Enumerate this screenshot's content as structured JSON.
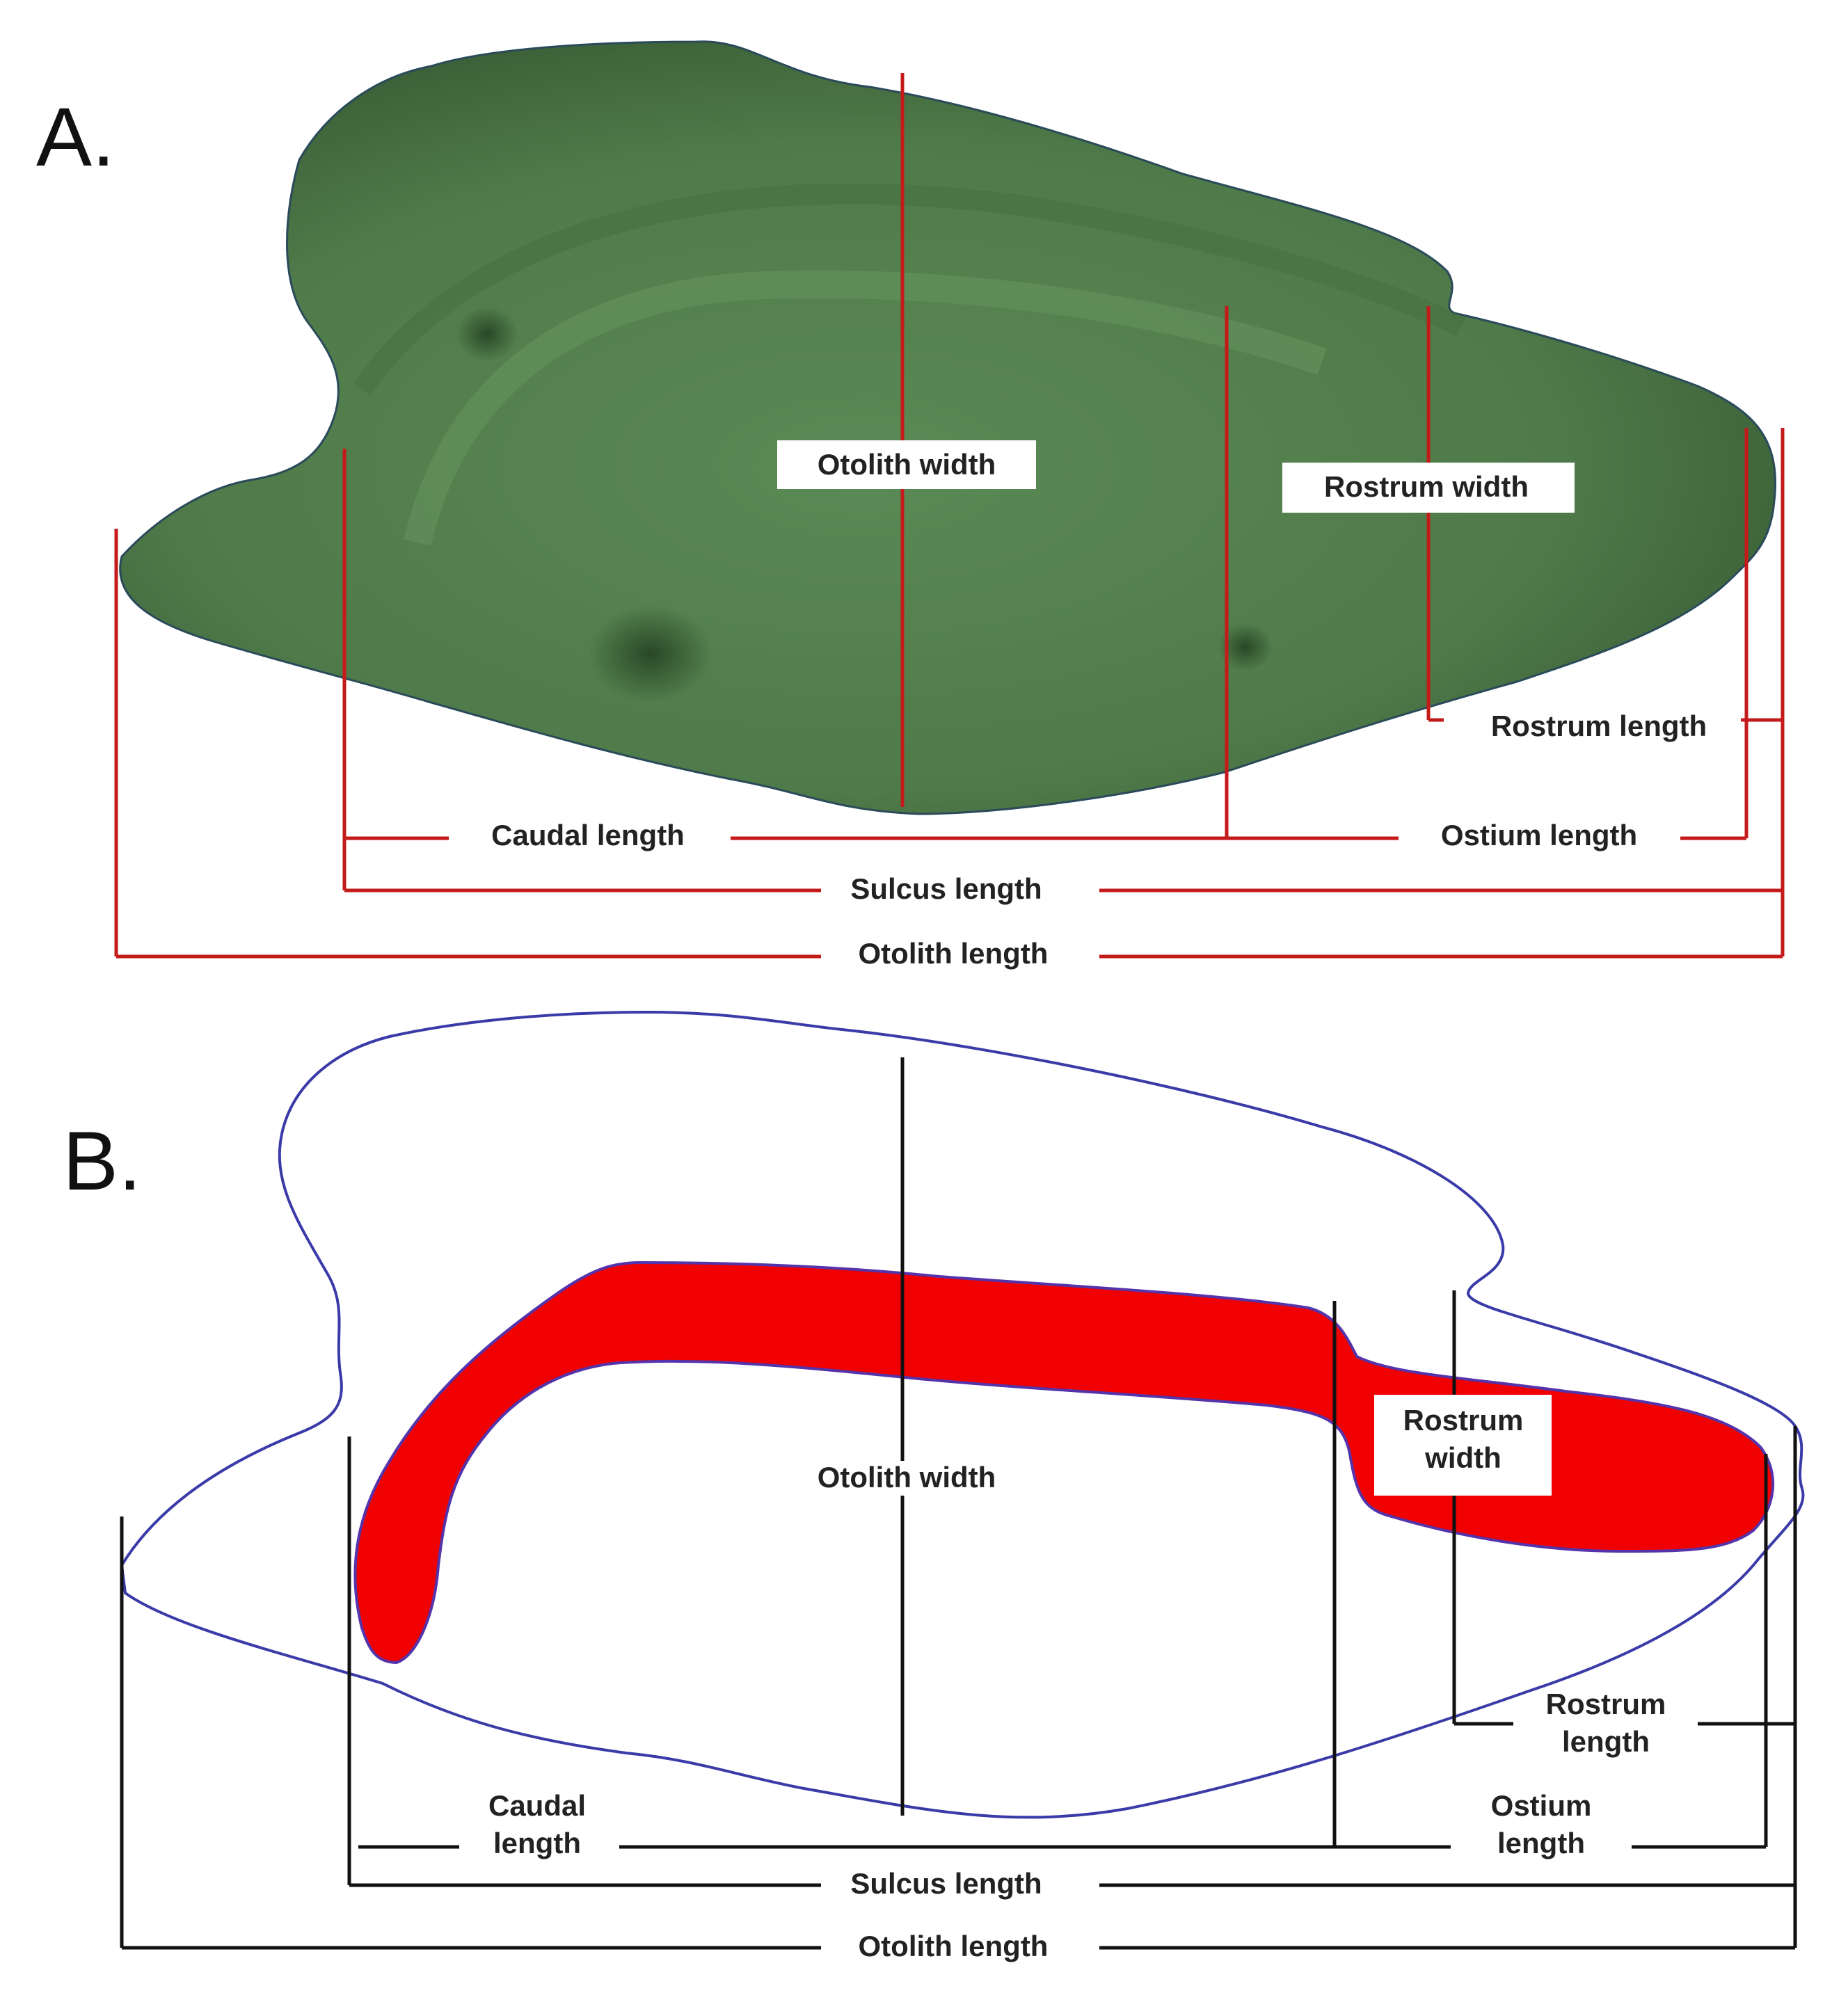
{
  "panels": {
    "a": {
      "letter": "A.",
      "labels": {
        "otolith_width": "Otolith width",
        "rostrum_width": "Rostrum width",
        "rostrum_length": "Rostrum length",
        "caudal_length": "Caudal length",
        "ostium_length": "Ostium length",
        "sulcus_length": "Sulcus length",
        "otolith_length": "Otolith length"
      }
    },
    "b": {
      "letter": "B.",
      "labels": {
        "otolith_width": "Otolith width",
        "rostrum_width_1": "Rostrum",
        "rostrum_width_2": "width",
        "rostrum_length_1": "Rostrum",
        "rostrum_length_2": "length",
        "caudal_length_1": "Caudal",
        "caudal_length_2": "length",
        "ostium_length_1": "Ostium",
        "ostium_length_2": "length",
        "sulcus_length": "Sulcus length",
        "otolith_length": "Otolith length"
      }
    }
  },
  "colors": {
    "otolith_green": "#4f7a49",
    "measure_red": "#c41a1a",
    "outline_blue": "#3a3aa8",
    "sulcus_red": "#f00000",
    "line_black": "#111111"
  }
}
